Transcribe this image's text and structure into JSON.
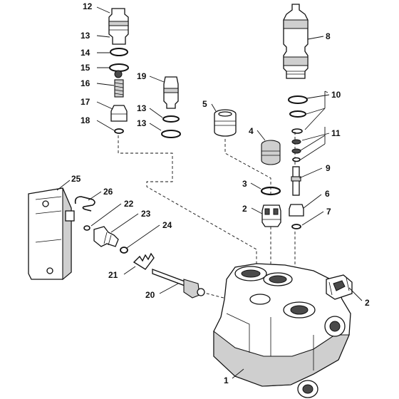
{
  "labels": {
    "l1": "1",
    "l2a": "2",
    "l2b": "2",
    "l3": "3",
    "l4": "4",
    "l5": "5",
    "l6": "6",
    "l7": "7",
    "l8": "8",
    "l9": "9",
    "l10": "10",
    "l11": "11",
    "l12": "12",
    "l13a": "13",
    "l13b": "13",
    "l13c": "13",
    "l14": "14",
    "l15": "15",
    "l16": "16",
    "l17": "17",
    "l18": "18",
    "l19": "19",
    "l20": "20",
    "l21": "21",
    "l22": "22",
    "l23": "23",
    "l24": "24",
    "l25": "25",
    "l26": "26"
  }
}
